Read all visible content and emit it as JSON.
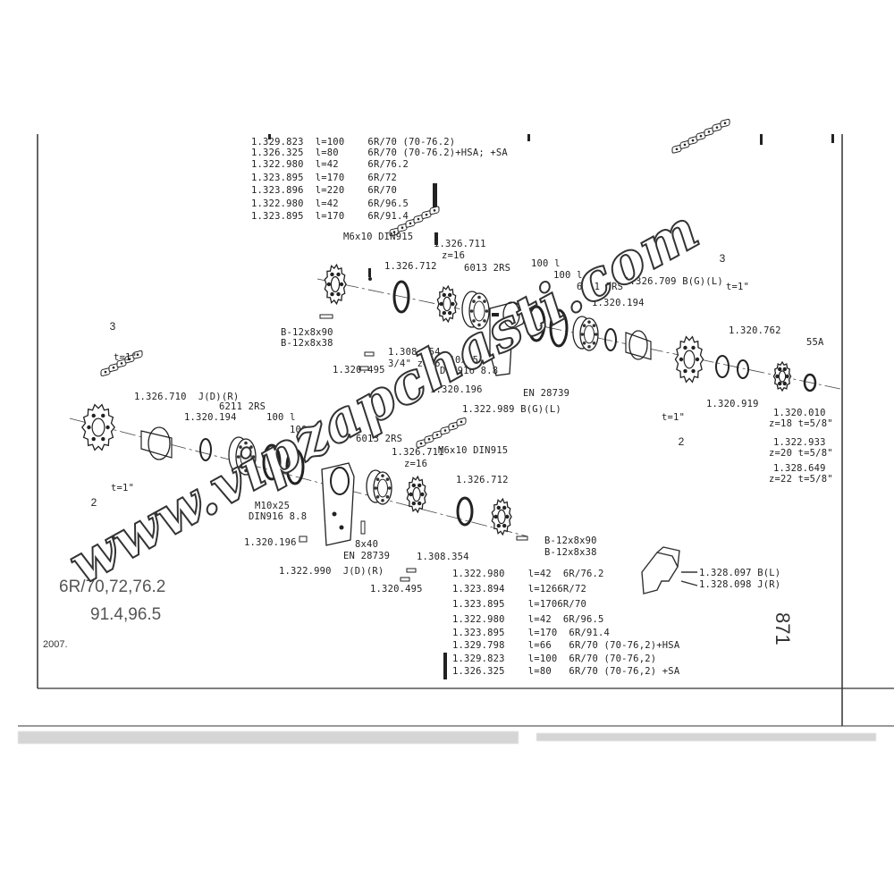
{
  "sheet": {
    "title_line1": "6R/70,72,76.2",
    "title_line2": "91.4,96.5",
    "year": "2007.",
    "page_number": "871"
  },
  "top_list": [
    "1.329.823  l=100    6R/70 (70-76.2)",
    "1.326.325  l=80     6R/70 (70-76.2)+HSA; +SA",
    "1.322.980  l=42     6R/76.2",
    "1.323.895  l=170    6R/72",
    "1.323.896  l=220    6R/70",
    "1.322.980  l=42     6R/96.5",
    "1.323.895  l=170    6R/91.4"
  ],
  "bottom_list": [
    "1.322.980    l=42  6R/76.2",
    "1.323.894    l=1266R/72",
    "1.323.895    l=1706R/70",
    "1.322.980    l=42  6R/96.5",
    "1.323.895    l=170  6R/91.4",
    "1.329.798    l=66   6R/70 (70-76,2)+HSA",
    "1.329.823    l=100  6R/70 (70-76,2)",
    "1.326.325    l=80   6R/70 (70-76,2) +SA"
  ],
  "upper_assembly": {
    "m6_top": "M6x10 DIN915",
    "p1326711_top": "1.326.711",
    "z16_top": "z=16",
    "p1326712_top": "1.326.712",
    "brg6013": "6013 2RS",
    "d100a": "100 l",
    "d100b": "100 l",
    "brg6211_top": "6211 2RS",
    "p1326709": "1.326.709 B(G)(L)",
    "p1320194_top": "1.320.194",
    "b1_top": "B-12x8x90",
    "b2_top": "B-12x8x38",
    "p1308354_top": "1.308.354",
    "pitch_34": "3/4\" z=16",
    "m10_top": "M10x25",
    "din916_top": "DIN916 8.8",
    "p1320495_top": "1.320.495",
    "p1320196_top": "1.320.196",
    "en_top": "EN 28739",
    "p1322989": "1.322.989 B(G)(L)",
    "t1_right_top": "t=1\"",
    "p1320762": "1.320.762",
    "s55a": "55A",
    "t1_right_bot": "t=1\"",
    "p1320919": "1.320.919",
    "p1320010": "1.320.010",
    "z18": "z=18 t=5/8\"",
    "p1322933": "1.322.933",
    "z20": "z=20 t=5/8\"",
    "p1328649": "1.328.649",
    "z22": "z=22 t=5/8\""
  },
  "lower_assembly": {
    "t1_left_top": "t=1\"",
    "p1326710": "1.326.710  J(D)(R)",
    "brg6211_left": "6211 2RS",
    "p1320194_left": "1.320.194",
    "d100_left": "100 l",
    "d100_left_b": "100",
    "brg6013_left": "6013 2RS",
    "t1_left_bot": "t=1\"",
    "m10_left": "M10x25",
    "din916_left": "DIN916 8.8",
    "p1320196_left": "1.320.196",
    "p1322990": "1.322.990  J(D)(R)",
    "pin8x40": "8x40",
    "en_left": "EN 28739",
    "p1326711_mid": "1.326.711",
    "z16_mid": "z=16",
    "m6_mid": "M6x10 DIN915",
    "p1326712_mid": "1.326.712",
    "b1_bot": "B-12x8x90",
    "b2_bot": "B-12x8x38",
    "p1308354_bot": "1.308.354",
    "p1320495_bot": "1.320.495"
  },
  "bracket": {
    "p1328097": "1.328.097 B(L)",
    "p1328098": "1.328.098 J(R)"
  },
  "callouts": {
    "c3_left": "3",
    "c2_left": "2",
    "c3_right": "3",
    "c2_right": "2"
  },
  "watermark": "www.vipzapchasti.com"
}
